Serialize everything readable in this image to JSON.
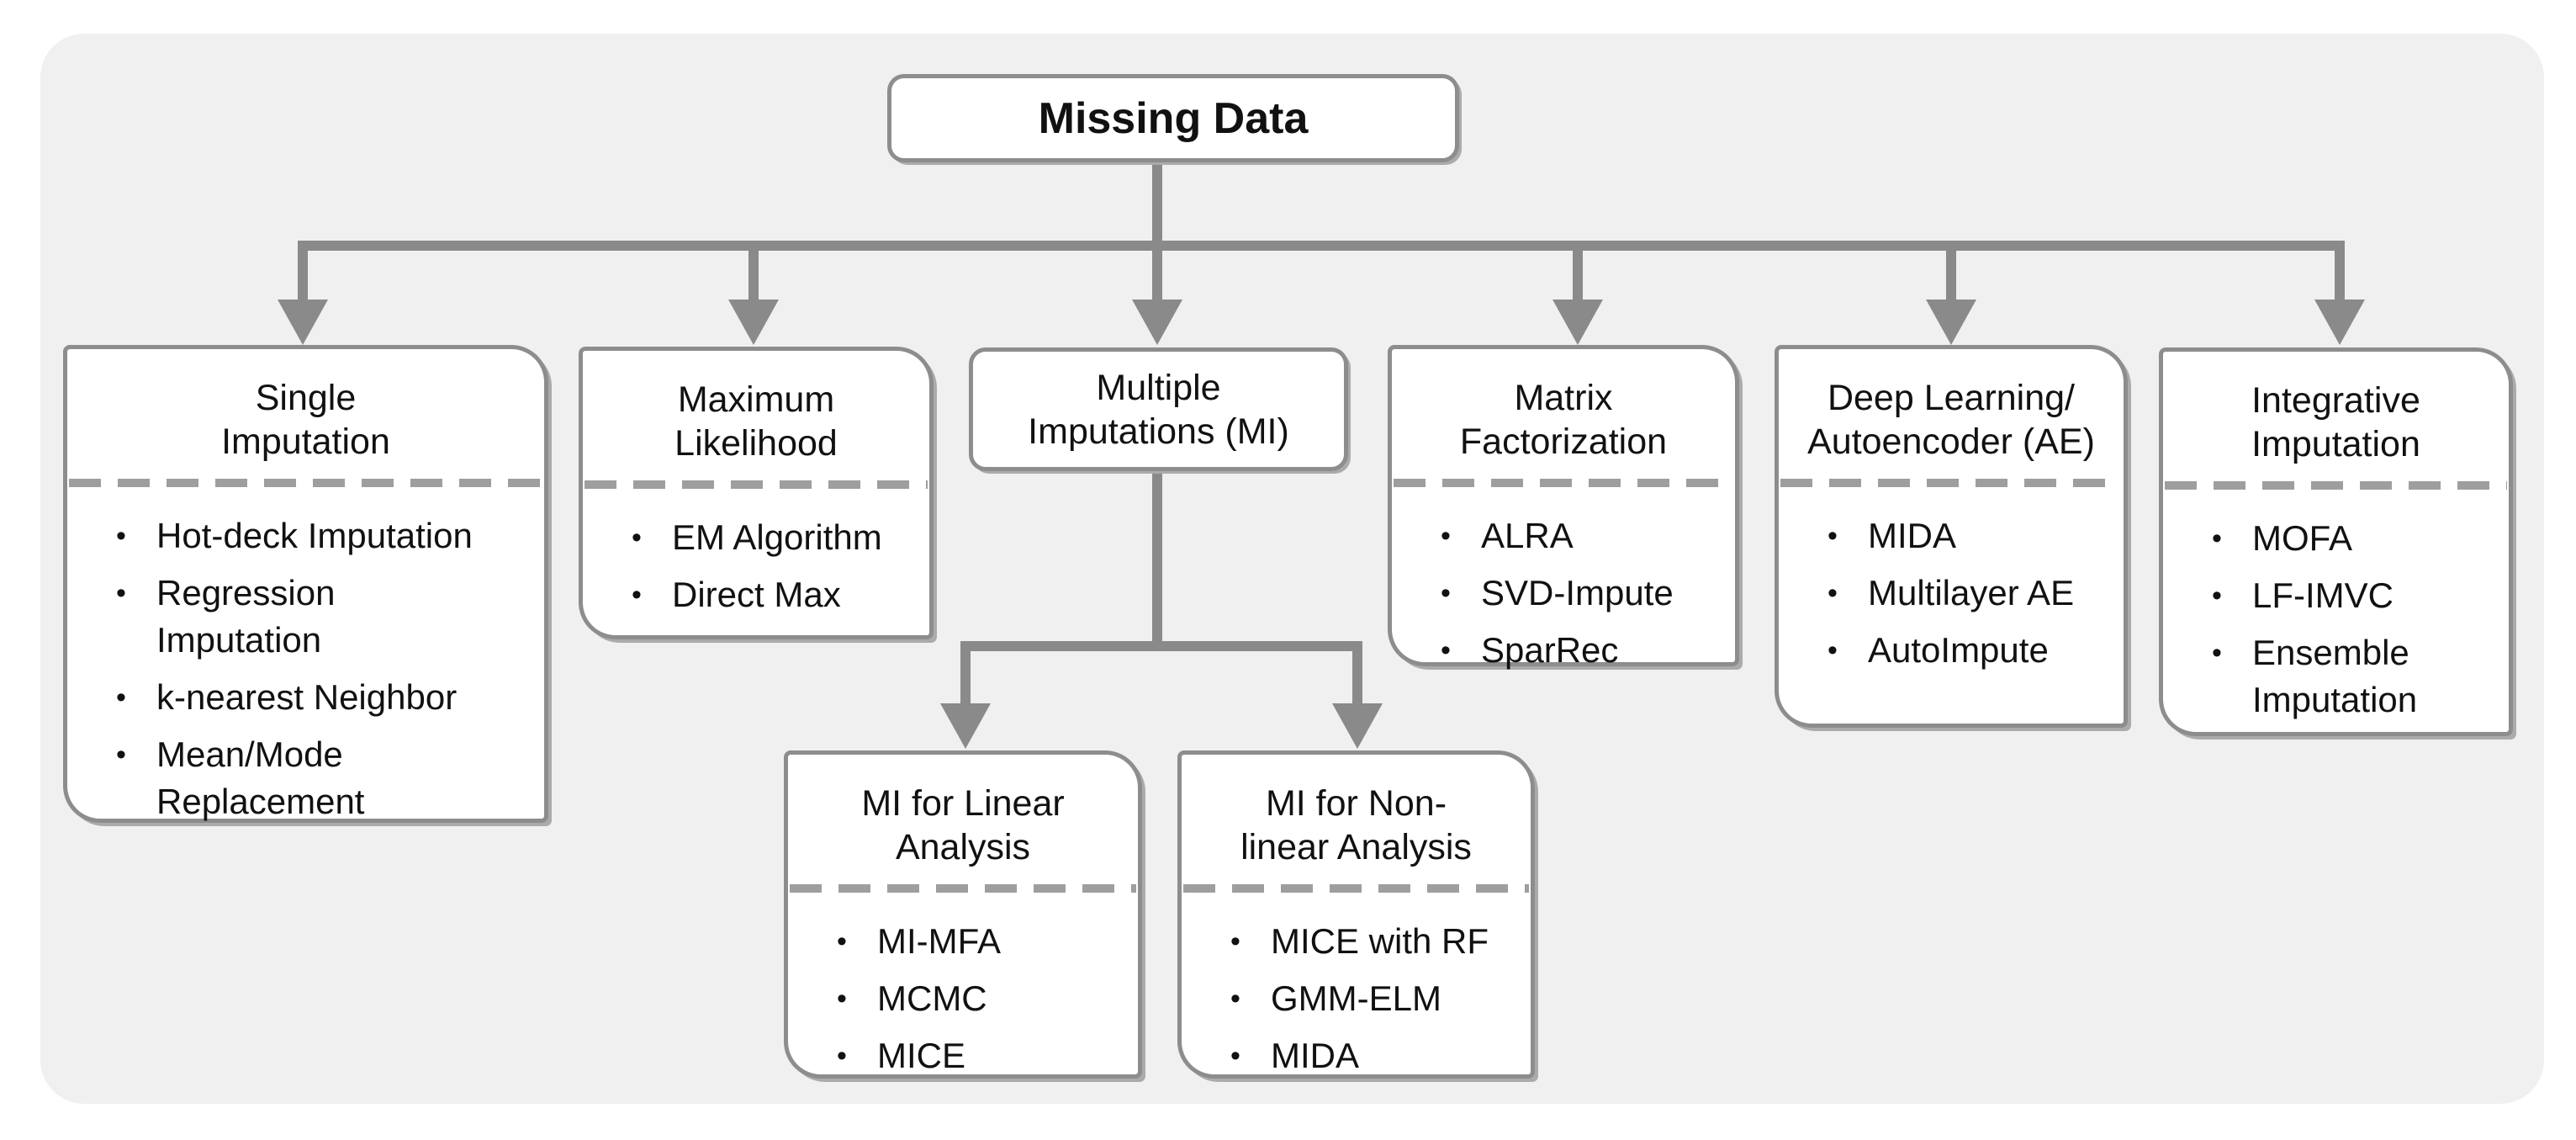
{
  "diagram": {
    "root": {
      "label": "Missing Data"
    },
    "level1": [
      {
        "id": "single-imputation",
        "title": "Single\nImputation",
        "items": [
          "Hot-deck Imputation",
          "Regression\nImputation",
          "k-nearest Neighbor",
          "Mean/Mode\nReplacement"
        ]
      },
      {
        "id": "maximum-likelihood",
        "title": "Maximum\nLikelihood",
        "items": [
          "EM Algorithm",
          "Direct Max"
        ]
      },
      {
        "id": "multiple-imputations",
        "title": "Multiple\nImputations (MI)",
        "items": []
      },
      {
        "id": "matrix-factorization",
        "title": "Matrix\nFactorization",
        "items": [
          "ALRA",
          "SVD-Impute",
          "SparRec"
        ]
      },
      {
        "id": "deep-learning-autoencoder",
        "title": "Deep Learning/\nAutoencoder (AE)",
        "items": [
          "MIDA",
          "Multilayer AE",
          "AutoImpute"
        ]
      },
      {
        "id": "integrative-imputation",
        "title": "Integrative\nImputation",
        "items": [
          "MOFA",
          "LF-IMVC",
          "Ensemble\nImputation"
        ]
      }
    ],
    "level2": [
      {
        "id": "mi-linear",
        "title": "MI for Linear\nAnalysis",
        "items": [
          "MI-MFA",
          "MCMC",
          "MICE"
        ]
      },
      {
        "id": "mi-nonlinear",
        "title": "MI for Non-\nlinear Analysis",
        "items": [
          "MICE with RF",
          "GMM-ELM",
          "MIDA"
        ]
      }
    ],
    "bullet_glyph": "•",
    "colors": {
      "panel_bg": "#f0f0f0",
      "connector": "#8a8a8a",
      "box_border": "#8d8d8d",
      "dash": "#9e9e9e",
      "text": "#111111"
    }
  }
}
